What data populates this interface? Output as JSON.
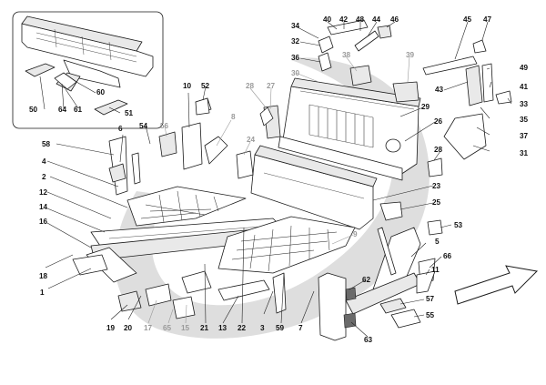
{
  "callouts": [
    {
      "id": "1",
      "grey": false
    },
    {
      "id": "2",
      "grey": false
    },
    {
      "id": "3",
      "grey": false
    },
    {
      "id": "4",
      "grey": false
    },
    {
      "id": "5",
      "grey": false
    },
    {
      "id": "6",
      "grey": false
    },
    {
      "id": "7",
      "grey": false
    },
    {
      "id": "8",
      "grey": true
    },
    {
      "id": "9",
      "grey": true
    },
    {
      "id": "10",
      "grey": false
    },
    {
      "id": "11",
      "grey": false
    },
    {
      "id": "12",
      "grey": false
    },
    {
      "id": "13",
      "grey": false
    },
    {
      "id": "14",
      "grey": false
    },
    {
      "id": "15",
      "grey": true
    },
    {
      "id": "16",
      "grey": false
    },
    {
      "id": "17",
      "grey": true
    },
    {
      "id": "18",
      "grey": false
    },
    {
      "id": "19",
      "grey": false
    },
    {
      "id": "20",
      "grey": false
    },
    {
      "id": "21",
      "grey": false
    },
    {
      "id": "22",
      "grey": false
    },
    {
      "id": "23",
      "grey": false
    },
    {
      "id": "24",
      "grey": true
    },
    {
      "id": "25",
      "grey": false
    },
    {
      "id": "26",
      "grey": false
    },
    {
      "id": "27",
      "grey": true
    },
    {
      "id": "28",
      "grey": true
    },
    {
      "id": "28b",
      "label": "28",
      "grey": false
    },
    {
      "id": "29",
      "grey": false
    },
    {
      "id": "30",
      "grey": true
    },
    {
      "id": "31",
      "grey": false
    },
    {
      "id": "32",
      "grey": false
    },
    {
      "id": "33",
      "grey": false
    },
    {
      "id": "34",
      "grey": false
    },
    {
      "id": "35",
      "grey": false
    },
    {
      "id": "36",
      "grey": false
    },
    {
      "id": "37",
      "grey": false
    },
    {
      "id": "38",
      "grey": true
    },
    {
      "id": "39",
      "grey": true
    },
    {
      "id": "40",
      "grey": false
    },
    {
      "id": "41",
      "grey": false
    },
    {
      "id": "42",
      "grey": false
    },
    {
      "id": "43",
      "grey": false
    },
    {
      "id": "44",
      "grey": false
    },
    {
      "id": "45",
      "grey": false
    },
    {
      "id": "46",
      "grey": false
    },
    {
      "id": "47",
      "grey": false
    },
    {
      "id": "48",
      "grey": false
    },
    {
      "id": "49",
      "grey": false
    },
    {
      "id": "50",
      "grey": false
    },
    {
      "id": "51",
      "grey": false
    },
    {
      "id": "52",
      "grey": false
    },
    {
      "id": "53",
      "grey": false
    },
    {
      "id": "54",
      "grey": false
    },
    {
      "id": "55",
      "grey": false
    },
    {
      "id": "56",
      "grey": true
    },
    {
      "id": "57",
      "grey": false
    },
    {
      "id": "58",
      "grey": false
    },
    {
      "id": "59",
      "grey": false
    },
    {
      "id": "60",
      "grey": false
    },
    {
      "id": "61",
      "grey": false
    },
    {
      "id": "62",
      "grey": false
    },
    {
      "id": "63",
      "grey": false
    },
    {
      "id": "64",
      "grey": false
    },
    {
      "id": "65",
      "grey": true
    },
    {
      "id": "66",
      "grey": false
    }
  ],
  "colors": {
    "background": "#ffffff",
    "line": "#1a1a1a",
    "grey_swoosh": "#dcdcdc",
    "grey_label": "#9a9a9a"
  },
  "icons": {
    "direction": "arrow-direction-icon"
  }
}
